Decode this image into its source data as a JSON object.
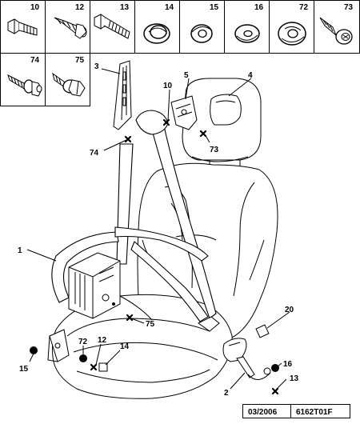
{
  "parts_grid": {
    "top_row": [
      {
        "label": "10",
        "icon": "bolt-icon"
      },
      {
        "label": "12",
        "icon": "screw-icon"
      },
      {
        "label": "13",
        "icon": "long-bolt-icon"
      },
      {
        "label": "14",
        "icon": "bushing-icon"
      },
      {
        "label": "15",
        "icon": "spacer-ring-icon"
      },
      {
        "label": "16",
        "icon": "washer-icon"
      },
      {
        "label": "72",
        "icon": "dished-washer-icon"
      },
      {
        "label": "73",
        "icon": "self-tapping-screw-icon"
      }
    ],
    "second_row": [
      {
        "label": "74",
        "icon": "flange-bolt-icon"
      },
      {
        "label": "75",
        "icon": "shouldered-bolt-icon"
      }
    ]
  },
  "callouts": {
    "c1": "1",
    "c2": "2",
    "c3": "3",
    "c4": "4",
    "c5": "5",
    "c10": "10",
    "c12": "12",
    "c13": "13",
    "c14": "14",
    "c15": "15",
    "c16": "16",
    "c20": "20",
    "c72": "72",
    "c73": "73",
    "c74": "74",
    "c75": "75"
  },
  "footer": {
    "date": "03/2006",
    "reference": "6162T01F"
  }
}
